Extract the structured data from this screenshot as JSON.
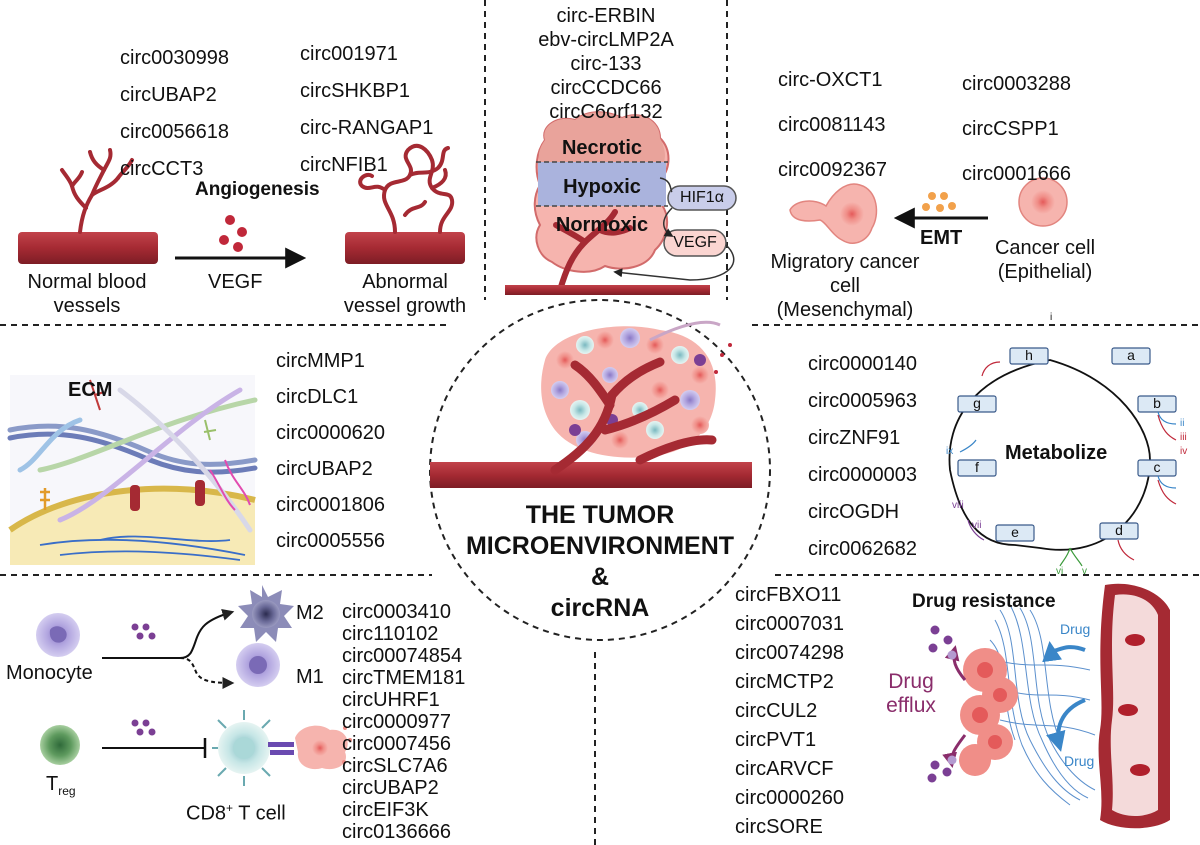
{
  "angiogenesis": {
    "title": "Angiogenesis",
    "left_circs": [
      "circ0030998",
      "circUBAP2",
      "circ0056618",
      "circCCT3"
    ],
    "right_circs": [
      "circ001971",
      "circSHKBP1",
      "circ-RANGAP1",
      "circNFIB1"
    ],
    "normal_label": [
      "Normal blood",
      "vessels"
    ],
    "factor_label": "VEGF",
    "abnormal_label": [
      "Abnormal",
      "vessel growth"
    ]
  },
  "hypoxia": {
    "circs": [
      "circ-ERBIN",
      "ebv-circLMP2A",
      "circ-133",
      "circCCDC66",
      "circC6orf132"
    ],
    "zones": [
      "Necrotic",
      "Hypoxic",
      "Normoxic"
    ],
    "hif_label": "HIF1α",
    "vegf_label": "VEGF"
  },
  "emt": {
    "left_circs": [
      "circ-OXCT1",
      "circ0081143",
      "circ0092367"
    ],
    "right_circs": [
      "circ0003288",
      "circCSPP1",
      "circ0001666"
    ],
    "title": "EMT",
    "cancer_label": [
      "Cancer cell",
      "(Epithelial)"
    ],
    "migratory_label": [
      "Migratory cancer",
      "cell",
      "(Mesenchymal)"
    ]
  },
  "ecm": {
    "title": "ECM",
    "circs": [
      "circMMP1",
      "circDLC1",
      "circ0000620",
      "circUBAP2",
      "circ0001806",
      "circ0005556"
    ]
  },
  "center": {
    "title_lines": [
      "THE TUMOR",
      "MICROENVIRONMENT",
      "&",
      "circRNA"
    ]
  },
  "metabolism": {
    "title": "Metabolize",
    "circs": [
      "circ0000140",
      "circ0005963",
      "circZNF91",
      "circ0000003",
      "circOGDH",
      "circ0062682"
    ],
    "nodes": [
      "a",
      "b",
      "c",
      "d",
      "e",
      "f",
      "g",
      "h"
    ],
    "markers": [
      "i",
      "ii",
      "iii",
      "iv",
      "v",
      "vi",
      "vii",
      "viii",
      "ix"
    ]
  },
  "immune": {
    "monocyte_label": "Monocyte",
    "m2_label": "M2",
    "m1_label": "M1",
    "treg_main": "T",
    "treg_sub": "reg",
    "cd8_main": "CD8",
    "cd8_sup": "+",
    "cd8_rest": " T cell",
    "circs": [
      "circ0003410",
      "circ110102",
      "circ00074854",
      "circTMEM181",
      "circUHRF1",
      "circ0000977",
      "circ0007456",
      "circSLC7A6",
      "circUBAP2",
      "circEIF3K",
      "circ0136666"
    ]
  },
  "drug": {
    "title": "Drug resistance",
    "efflux_label": [
      "Drug",
      "efflux"
    ],
    "drug_label": "Drug",
    "circs": [
      "circFBXO11",
      "circ0007031",
      "circ0074298",
      "circMCTP2",
      "circCUL2",
      "circPVT1",
      "circARVCF",
      "circ0000260",
      "circSORE"
    ]
  },
  "colors": {
    "vessel": "#b0303a",
    "cancer_cell": "#f08e88",
    "purple": "#7b3f94",
    "hypoxic_band": "#aab3dd",
    "drug_blue": "#3a86c8",
    "efflux_purple": "#8a2d6b"
  }
}
